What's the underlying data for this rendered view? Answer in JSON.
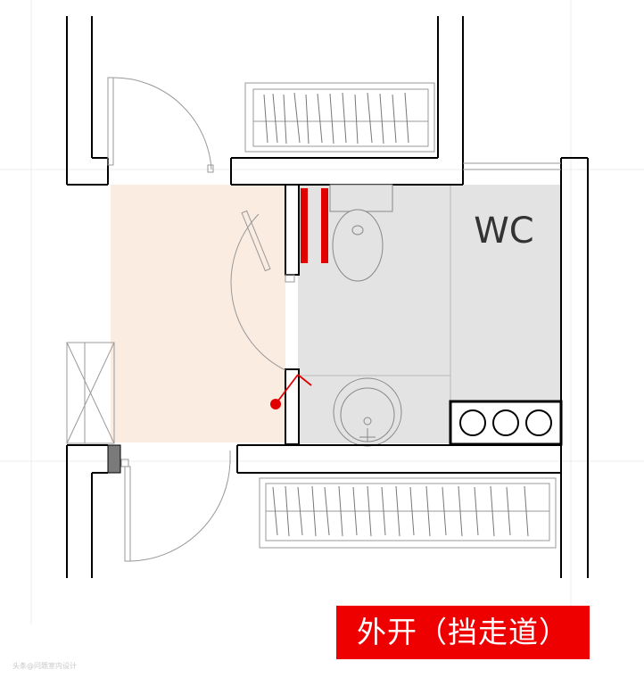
{
  "diagram": {
    "room_label": "WC",
    "caption": "外开（挡走道）",
    "watermark": "头条@问题室内设计",
    "colors": {
      "wall": "#000000",
      "thin_line": "#9a9a9a",
      "wc_fill": "#e3e3e3",
      "corridor_fill": "#fbece1",
      "highlight_red": "#e00000",
      "caption_bg": "#ef0000",
      "column_fill": "#7a7a7a"
    },
    "icons": [
      "toilet-icon",
      "washbasin-icon",
      "stove-burners-icon",
      "wardrobe-icon",
      "door-swing-icon"
    ]
  }
}
